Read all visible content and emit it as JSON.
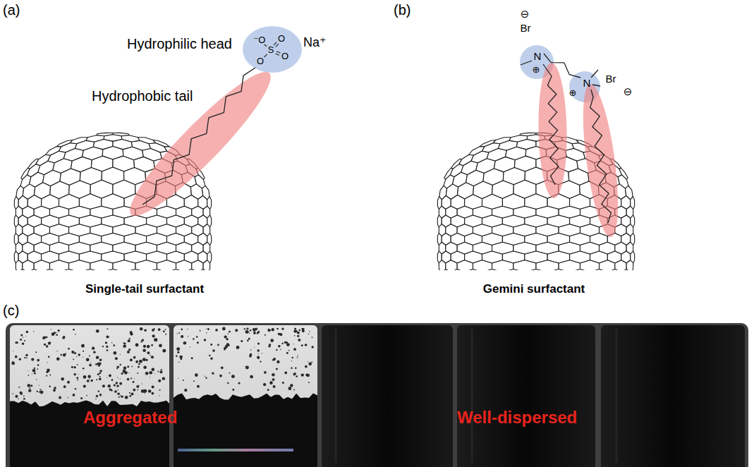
{
  "diagram": {
    "labels": [
      "(a)",
      "(b)",
      "Hydrophilic head",
      "⁻O",
      "O",
      "S",
      "O",
      "O",
      "Na⁺",
      "Hydrophobic tail",
      "⊖",
      "Br",
      "N",
      "⊕",
      "⊕",
      "N",
      "Br",
      "⊖",
      "Single-tail surfactant",
      "Gemini surfactant",
      "(c)",
      "Aggregated",
      "Well-dispersed"
    ]
  }
}
